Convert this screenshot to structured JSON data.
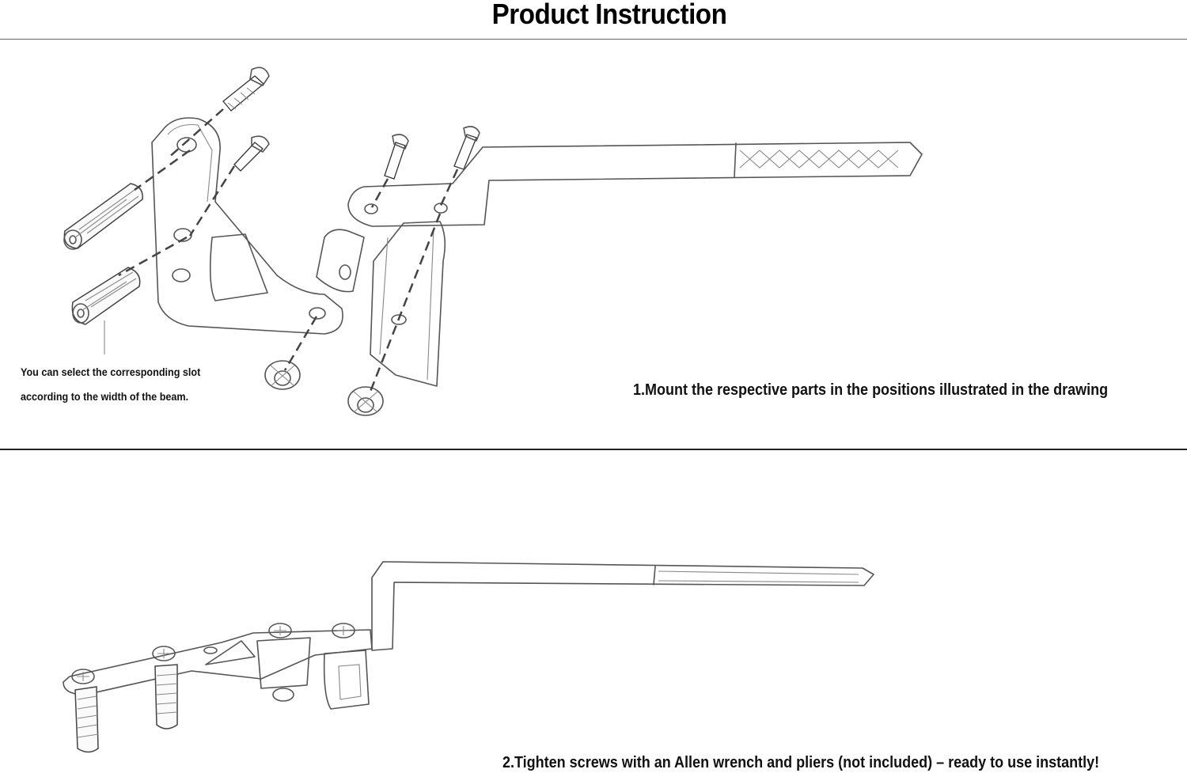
{
  "header": {
    "title": "Product Instruction"
  },
  "step1": {
    "note_line1": "You can select the corresponding slot",
    "note_line2": "according to the width of the beam.",
    "caption": "1.Mount the respective parts in the positions illustrated in the drawing"
  },
  "step2": {
    "caption": "2.Tighten screws with an Allen wrench and pliers (not included) – ready to use instantly!"
  },
  "illustrations": {
    "exploded_view": "bracket-lever-exploded-diagram",
    "assembled_view": "bracket-lever-assembled-diagram"
  }
}
